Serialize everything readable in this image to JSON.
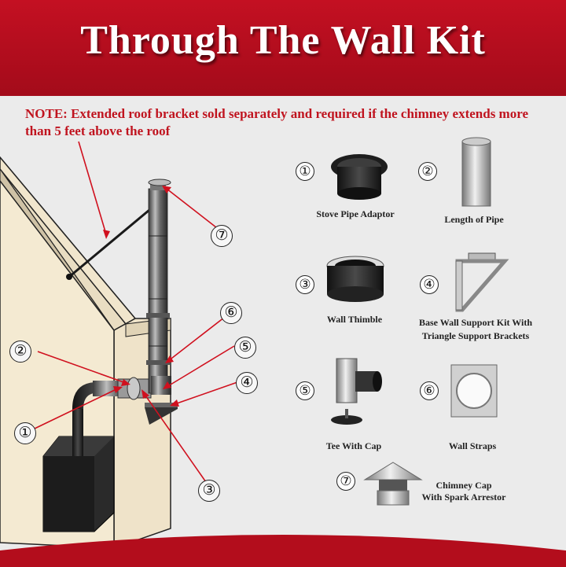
{
  "header": {
    "title": "Through The Wall Kit"
  },
  "note": "NOTE:  Extended roof bracket sold separately and required if the chimney extends more than 5 feet above the roof",
  "parts": [
    {
      "num": "①",
      "label": "Stove Pipe Adaptor",
      "icon": "stove-pipe-adaptor-icon"
    },
    {
      "num": "②",
      "label": "Length of Pipe",
      "icon": "pipe-length-icon"
    },
    {
      "num": "③",
      "label": "Wall Thimble",
      "icon": "wall-thimble-icon"
    },
    {
      "num": "④",
      "label_line1": "Base Wall Support Kit With",
      "label_line2": "Triangle Support Brackets",
      "icon": "wall-support-kit-icon"
    },
    {
      "num": "⑤",
      "label": "Tee With Cap",
      "icon": "tee-with-cap-icon"
    },
    {
      "num": "⑥",
      "label": "Wall Straps",
      "icon": "wall-strap-icon"
    },
    {
      "num": "⑦",
      "label_line1": "Chimney Cap",
      "label_line2": "With Spark Arrestor",
      "icon": "chimney-cap-icon"
    }
  ],
  "callouts": [
    "⑦",
    "⑥",
    "②",
    "⑤",
    "④",
    "①",
    "③"
  ],
  "colors": {
    "header_red": "#c41022",
    "note_red": "#c0141f",
    "leader_red": "#d0101e",
    "background": "#ebebeb"
  }
}
